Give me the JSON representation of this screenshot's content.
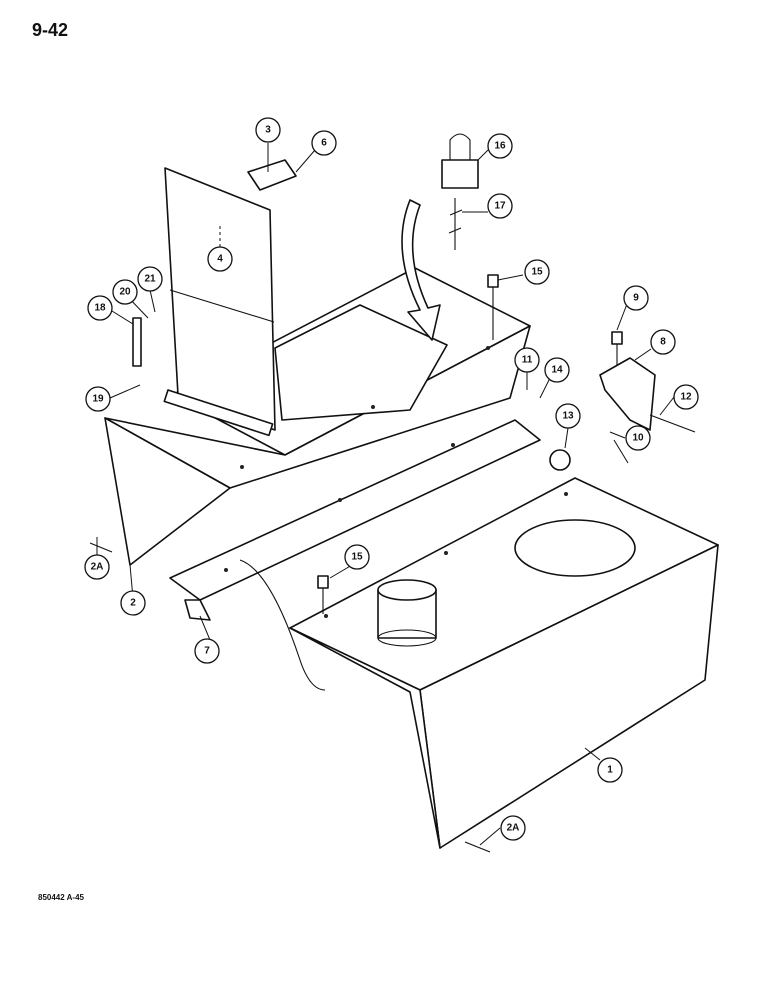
{
  "page_number": "9-42",
  "figure_code": "850442 A-45",
  "callouts": [
    "3",
    "6",
    "16",
    "17",
    "15",
    "4",
    "18",
    "20",
    "21",
    "9",
    "8",
    "11",
    "14",
    "13",
    "12",
    "10",
    "19",
    "2A",
    "2",
    "15",
    "7",
    "1",
    "2A"
  ]
}
